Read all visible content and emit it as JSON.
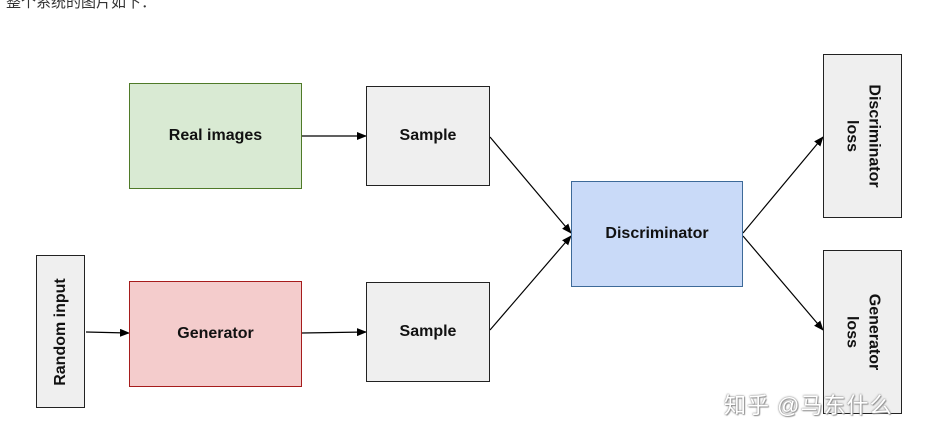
{
  "caption": "整个系统的图片如下：",
  "nodes": {
    "real_images": "Real images",
    "sample_top": "Sample",
    "random_input": "Random input",
    "generator": "Generator",
    "sample_bottom": "Sample",
    "discriminator": "Discriminator",
    "discriminator_loss": "Discriminator loss",
    "generator_loss": "Generator loss"
  },
  "colors": {
    "real_images_fill": "#d9ead3",
    "generator_fill": "#f4cccc",
    "discriminator_fill": "#c9daf8",
    "sample_fill": "#efefef"
  },
  "watermark": "知乎 @马东什么"
}
